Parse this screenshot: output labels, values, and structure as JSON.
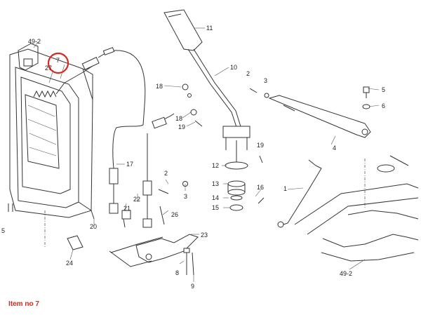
{
  "diagram": {
    "highlighted_item": "7",
    "highlight_color": "#d9281e",
    "callouts": [
      {
        "id": "49-2-top",
        "text": "49-2"
      },
      {
        "id": "27",
        "text": "27"
      },
      {
        "id": "7",
        "text": "7"
      },
      {
        "id": "11",
        "text": "11"
      },
      {
        "id": "10",
        "text": "10"
      },
      {
        "id": "2-top",
        "text": "2"
      },
      {
        "id": "3-top",
        "text": "3"
      },
      {
        "id": "5",
        "text": "5"
      },
      {
        "id": "6",
        "text": "6"
      },
      {
        "id": "18-a",
        "text": "18"
      },
      {
        "id": "18-b",
        "text": "18"
      },
      {
        "id": "19-a",
        "text": "19"
      },
      {
        "id": "19-b",
        "text": "19"
      },
      {
        "id": "4",
        "text": "4"
      },
      {
        "id": "17",
        "text": "17"
      },
      {
        "id": "12",
        "text": "12"
      },
      {
        "id": "13",
        "text": "13"
      },
      {
        "id": "14",
        "text": "14"
      },
      {
        "id": "15",
        "text": "15"
      },
      {
        "id": "16",
        "text": "16"
      },
      {
        "id": "1",
        "text": "1"
      },
      {
        "id": "2-mid",
        "text": "2"
      },
      {
        "id": "3-mid",
        "text": "3"
      },
      {
        "id": "22",
        "text": "22"
      },
      {
        "id": "21",
        "text": "21"
      },
      {
        "id": "26",
        "text": "26"
      },
      {
        "id": "20",
        "text": "20"
      },
      {
        "id": "23",
        "text": "23"
      },
      {
        "id": "24",
        "text": "24"
      },
      {
        "id": "8",
        "text": "8"
      },
      {
        "id": "9",
        "text": "9"
      },
      {
        "id": "49-2-bottom",
        "text": "49-2"
      },
      {
        "id": "5-left",
        "text": "5"
      }
    ]
  },
  "caption": {
    "text": "Item no 7",
    "color": "#d9281e"
  }
}
